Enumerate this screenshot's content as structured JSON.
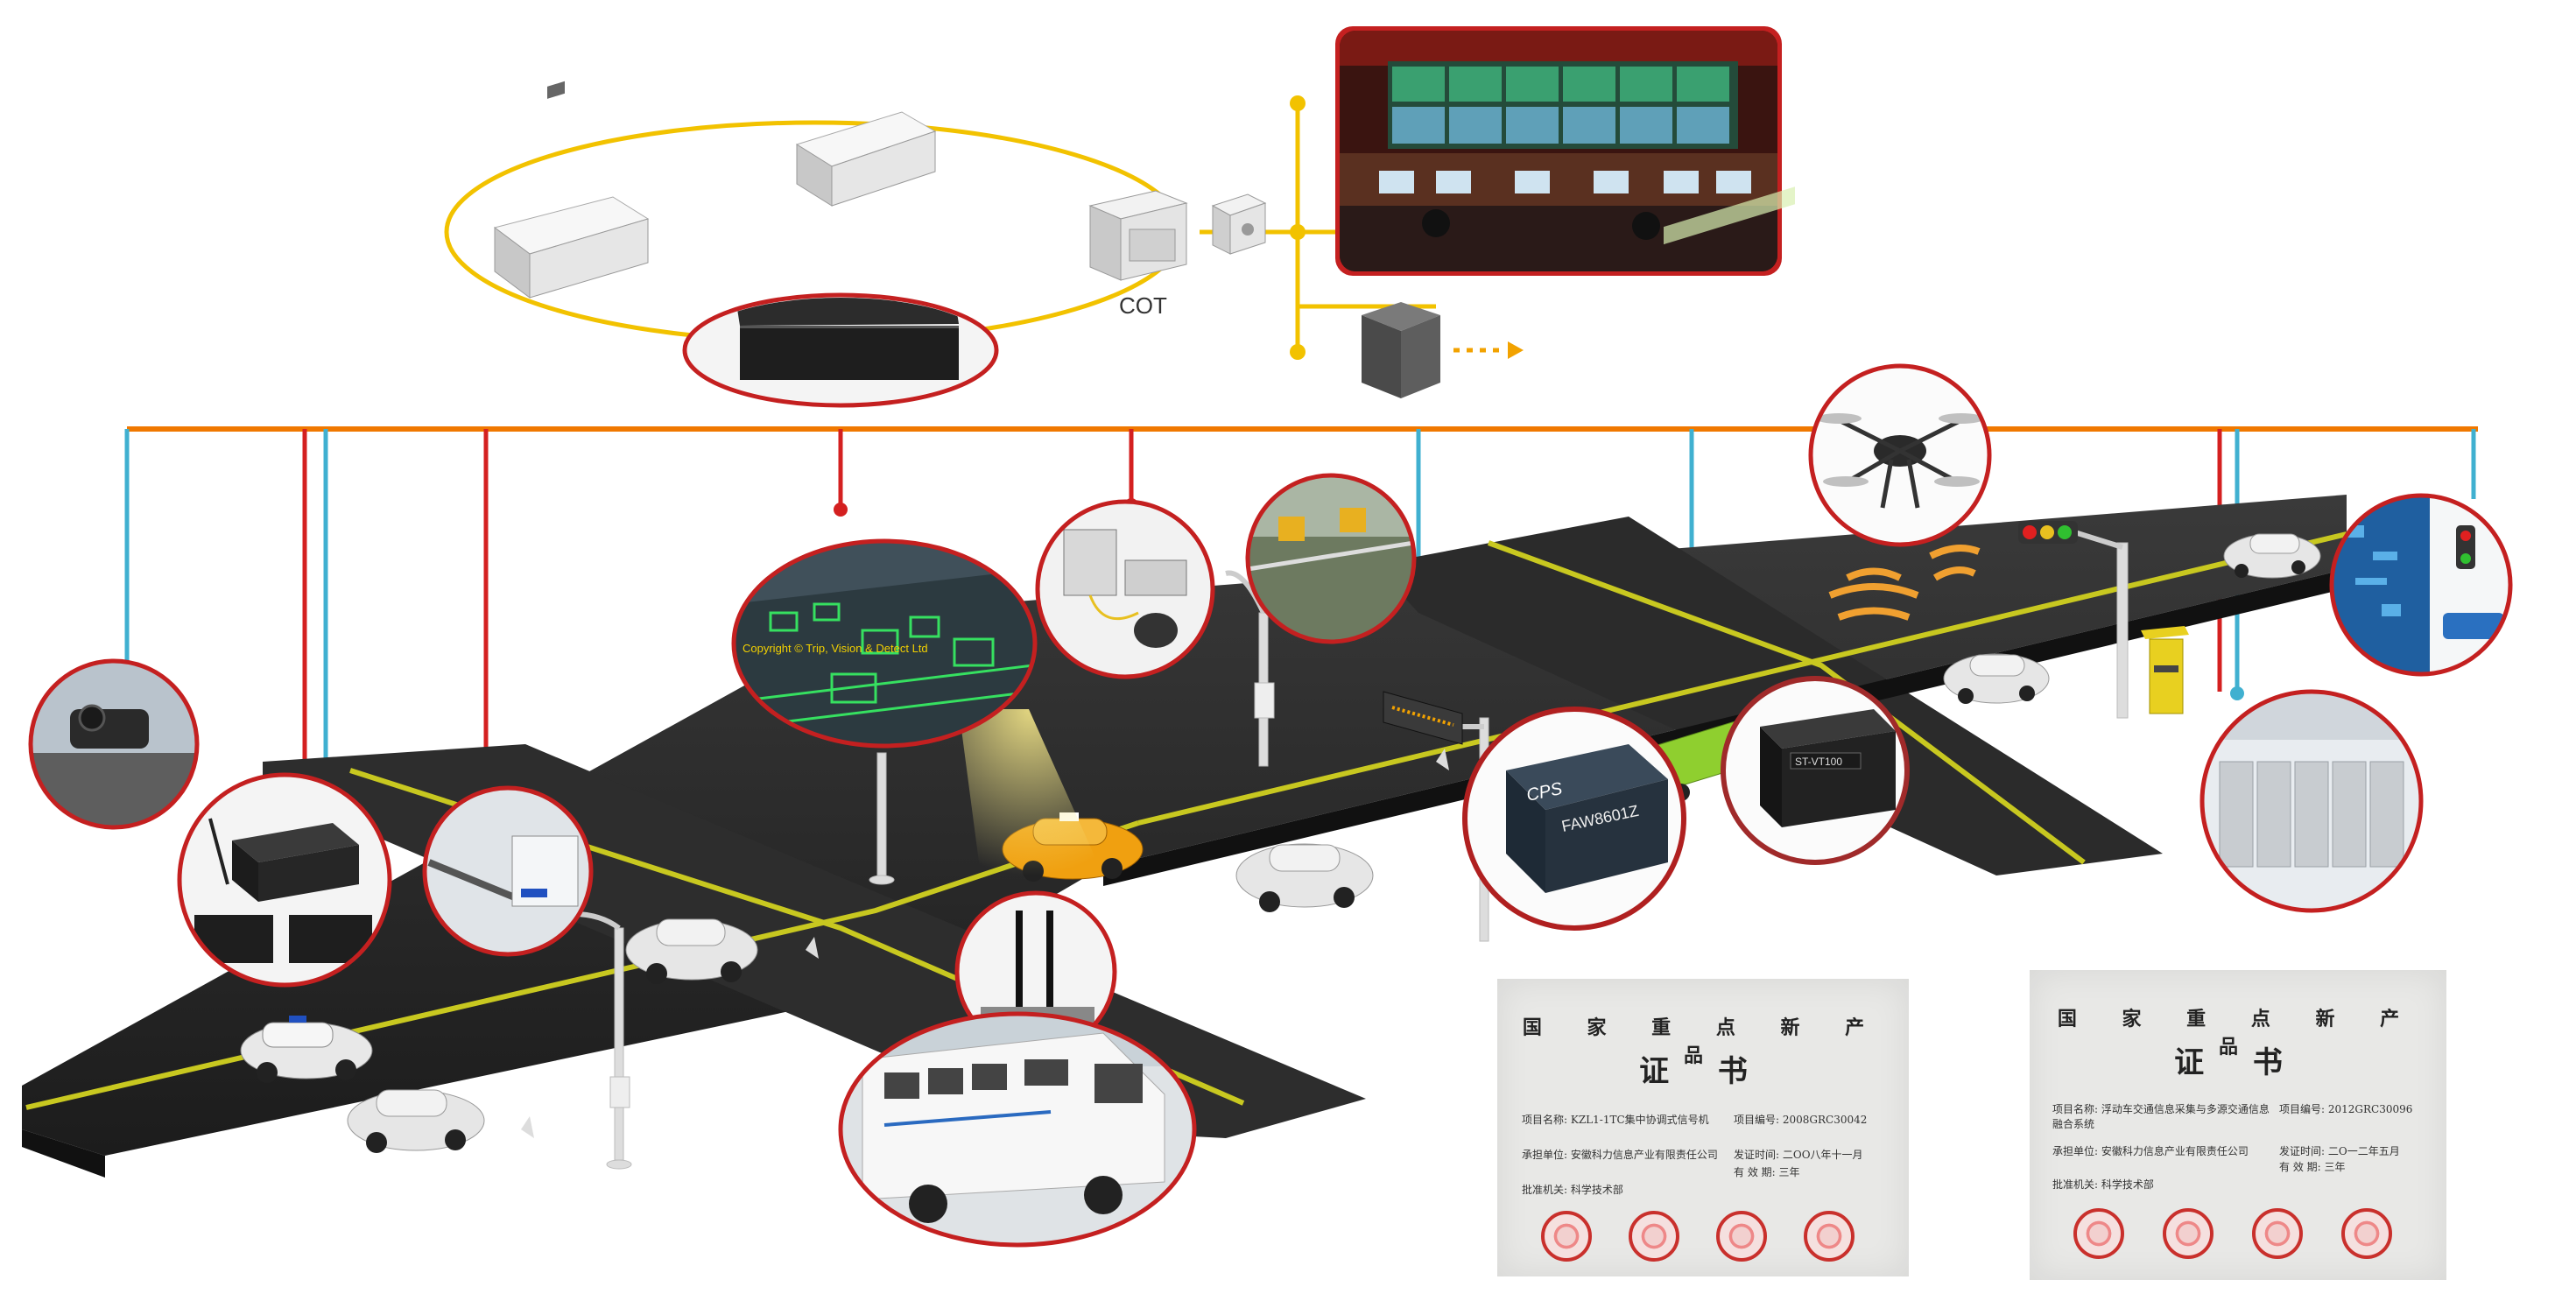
{
  "labels": {
    "cot": "COT",
    "overlay_text": "Copyright © Trip, Vision & Detect Ltd"
  },
  "device_labels": {
    "cps_brand": "CPS",
    "cps_model": "FAW8601Z",
    "st_box": "ST-VT100"
  },
  "certificate_1": {
    "title1": "国 家 重 点 新 产 品",
    "title2": "证  书",
    "project_name_label": "项目名称:",
    "project_name": "KZL1-1TC集中协调式信号机",
    "project_no_label": "项目编号:",
    "project_no": "2008GRC30042",
    "unit_label": "承担单位:",
    "unit": "安徽科力信息产业有限责任公司",
    "issue_time_label": "发证时间:",
    "issue_time": "二OO八年十一月",
    "validity_label": "有 效 期:",
    "validity": "三年",
    "authority_label": "批准机关:",
    "authority": "科学技术部"
  },
  "certificate_2": {
    "title1": "国 家 重 点 新 产 品",
    "title2": "证  书",
    "project_name_label": "项目名称:",
    "project_name": "浮动车交通信息采集与多源交通信息融合系统",
    "project_no_label": "项目编号:",
    "project_no": "2012GRC30096",
    "unit_label": "承担单位:",
    "unit": "安徽科力信息产业有限责任公司",
    "issue_time_label": "发证时间:",
    "issue_time": "二O一二年五月",
    "validity_label": "有 效 期:",
    "validity": "三年",
    "authority_label": "批准机关:",
    "authority": "科学技术部"
  },
  "colors": {
    "ring": "#f2c200",
    "bus": "#f07800",
    "drop_red": "#d42020",
    "drop_cyan": "#40b0d0",
    "road": "#2a2a2a",
    "lane": "#c8c820",
    "bubble_border": "#c42020"
  }
}
